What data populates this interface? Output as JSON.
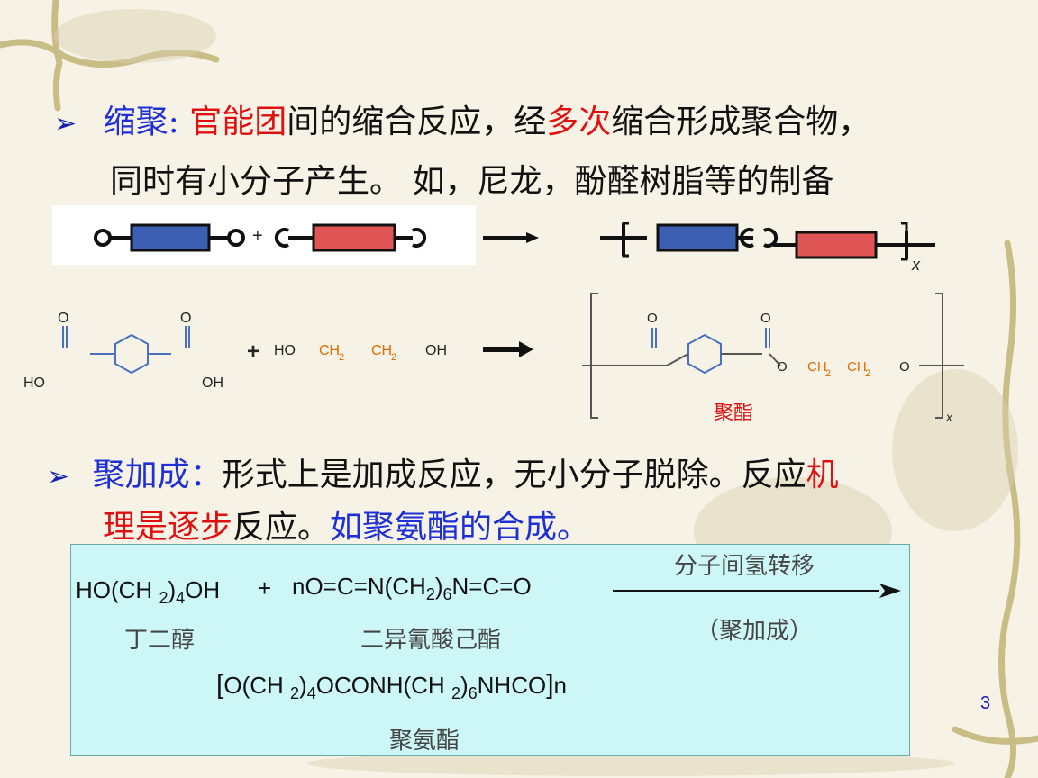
{
  "slide": {
    "page_number": "3",
    "bullet1": {
      "line1_parts": [
        "缩聚",
        ": ",
        "官能团",
        "间的缩合反应，经",
        "多次",
        "缩合形成聚合物，"
      ],
      "line2": "同时有小分子产生。 如，尼龙，酚醛树脂等的制备"
    },
    "scheme1": {
      "plus": "+",
      "x": "x"
    },
    "scheme2": {
      "plus": "+",
      "diol": [
        "HO",
        "CH",
        "2",
        "CH",
        "2",
        "OH"
      ],
      "acid_labels": [
        "O",
        "O",
        "HO",
        "OH"
      ],
      "polyester_label": "聚酯",
      "x": "x",
      "ester_chain": [
        "O",
        "CH",
        "2",
        "CH",
        "2",
        "O"
      ]
    },
    "bullet2": {
      "line1_parts": [
        "聚加成：",
        "形式上是加成反应，无小分子脱除。反应",
        "机"
      ],
      "line2_parts": [
        "理是逐步",
        "反应。",
        "如聚氨酯的合成。"
      ]
    },
    "panel": {
      "reactant1": [
        "HO(CH ",
        "2",
        ")",
        "4",
        "OH"
      ],
      "plus": "+",
      "reactant2": [
        "nO=C=N(CH",
        "2",
        ")",
        "6",
        "N=C=O"
      ],
      "arrow_top": "分子间氢转移",
      "arrow_bottom": "（聚加成）",
      "name1": "丁二醇",
      "name2": "二异氰酸己酯",
      "product": [
        "O(CH ",
        "2",
        ")",
        "4",
        "OCONH(CH ",
        "2",
        ")",
        "6",
        "NHCO",
        "n"
      ],
      "product_name": "聚氨酯"
    },
    "colors": {
      "blue_block": "#3c5fb4",
      "red_block": "#e05555",
      "text_blue": "#1e2fd6",
      "text_red": "#e01010",
      "panel_bg": "#cdf7f7"
    }
  }
}
